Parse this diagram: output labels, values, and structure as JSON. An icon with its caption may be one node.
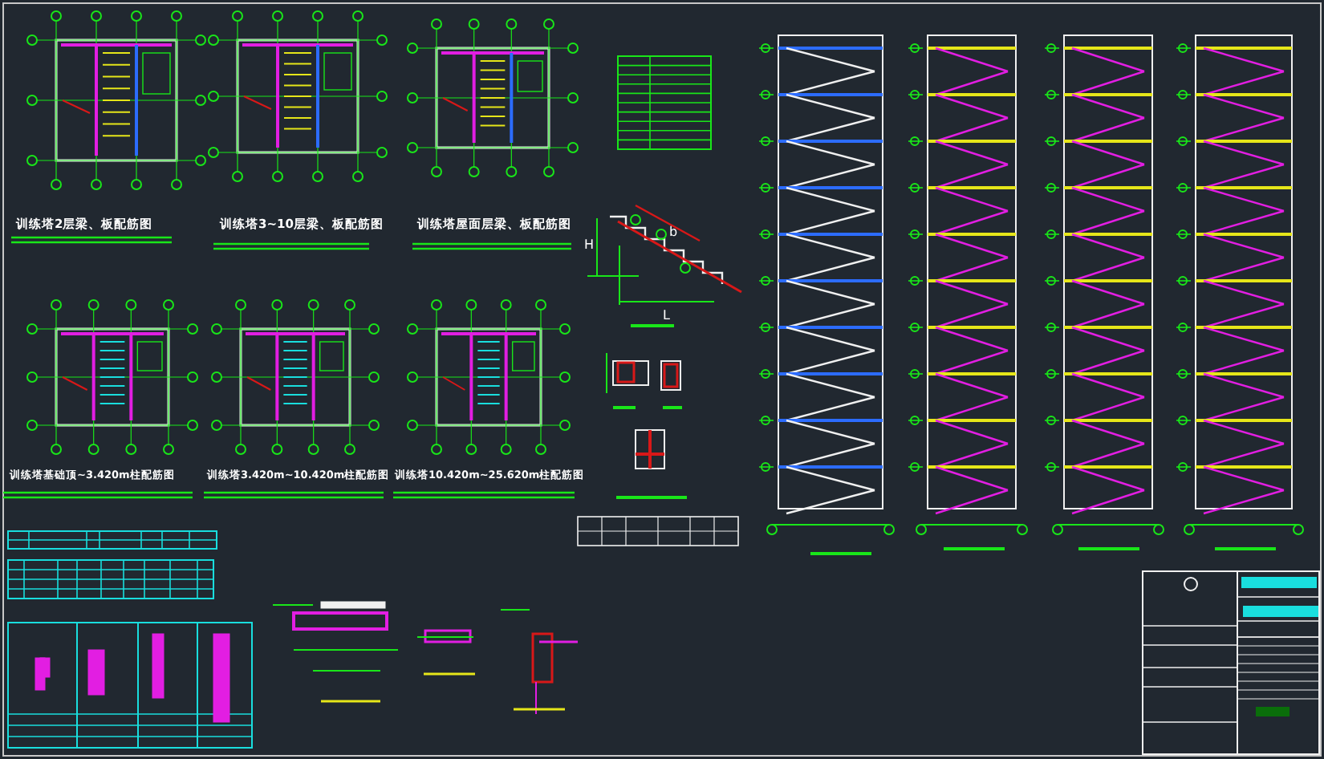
{
  "diagram": {
    "labels": [
      "训练塔2层梁、板配筋图",
      "训练塔3~10层梁、板配筋图",
      "训练塔屋面层梁、板配筋图",
      "训练塔基础顶~3.420m柱配筋图",
      "训练塔3.420m~10.420m柱配筋图",
      "训练塔10.420m~25.620m柱配筋图",
      "b",
      "H",
      "L"
    ]
  }
}
